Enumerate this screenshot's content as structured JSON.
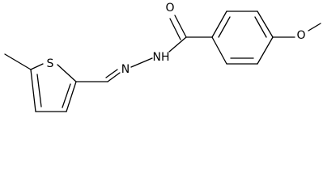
{
  "molecule": {
    "atoms": {
      "carbonyl_oxygen": "O",
      "amide_nitrogen": "NH",
      "imine_nitrogen": "N",
      "thiophene_sulfur": "S",
      "ether_oxygen": "O"
    },
    "colors": {
      "bond": "#000000",
      "label": "#000000",
      "background": "#ffffff"
    }
  }
}
